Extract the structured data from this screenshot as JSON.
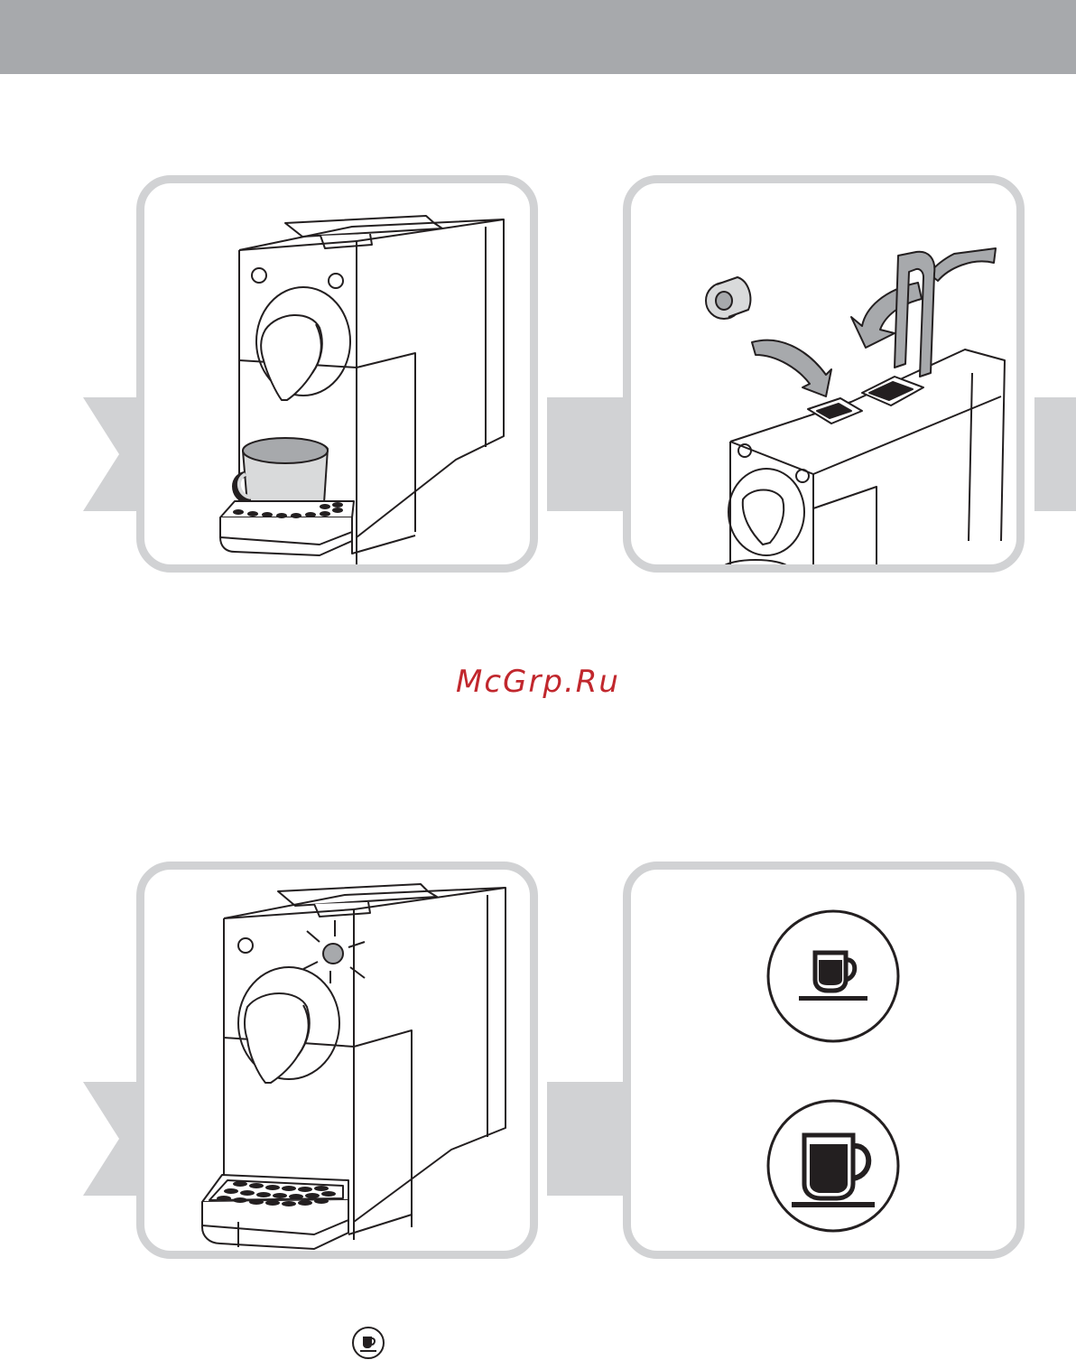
{
  "watermark": {
    "text": "McGrp.Ru",
    "color": "#c1272d"
  },
  "colors": {
    "header_band": "#a7a9ac",
    "panel_border": "#d1d2d4",
    "flow_arrow": "#d1d2d4",
    "cup_fill": "#d9dadb",
    "lever_fill": "#a7a9ac",
    "indicator_light": "#a7a9ac"
  },
  "panels": [
    {
      "name": "machine-with-cup",
      "icon": "coffee-machine-icon"
    },
    {
      "name": "capsule-insertion",
      "icon": "capsule-icon"
    },
    {
      "name": "button-light-on",
      "icon": "coffee-machine-icon"
    },
    {
      "name": "cup-size-buttons",
      "icon": "cup-icon"
    }
  ],
  "bottom_icon": "small-cup-button-icon"
}
